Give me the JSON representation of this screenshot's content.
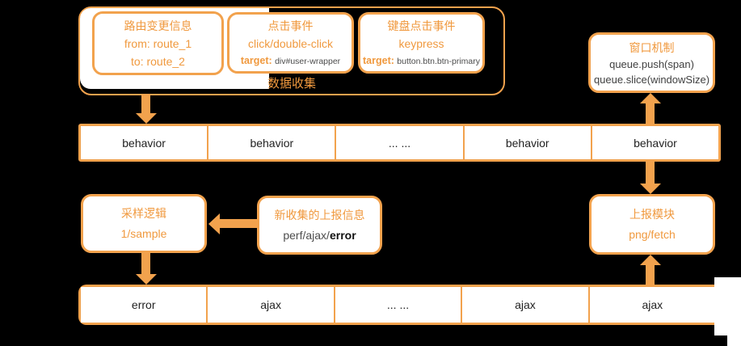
{
  "colors": {
    "accent_orange": "#F2A24D",
    "text_orange": "#F0993E",
    "text_dark": "#222222",
    "text_gray": "#4C4C4C",
    "box_bg": "#FFFFFF",
    "page_bg": "#000000"
  },
  "collector": {
    "label": "数据收集",
    "route_box": {
      "title": "路由变更信息",
      "line1": "from: route_1",
      "line2": "to: route_2"
    },
    "click_box": {
      "title": "点击事件",
      "subtitle": "click/double-click",
      "target_label": "target:",
      "target_value": "div#user-wrapper"
    },
    "keyboard_box": {
      "title": "键盘点击事件",
      "subtitle": "keypress",
      "target_label": "target:",
      "target_value": "button.btn.btn-primary"
    }
  },
  "window_box": {
    "title": "窗口机制",
    "line1": "queue.push(span)",
    "line2": "queue.slice(windowSize)"
  },
  "behavior_bar": {
    "cells": [
      "behavior",
      "behavior",
      "... ...",
      "behavior",
      "behavior"
    ]
  },
  "sampling_box": {
    "title": "采样逻辑",
    "line1": "1/sample"
  },
  "new_info_box": {
    "title": "新收集的上报信息",
    "line_prefix": "perf/ajax/",
    "line_bold": "error"
  },
  "report_box": {
    "title": "上报模块",
    "line1": "png/fetch"
  },
  "queue_bar": {
    "cells": [
      "error",
      "ajax",
      "... ...",
      "ajax",
      "ajax"
    ]
  }
}
